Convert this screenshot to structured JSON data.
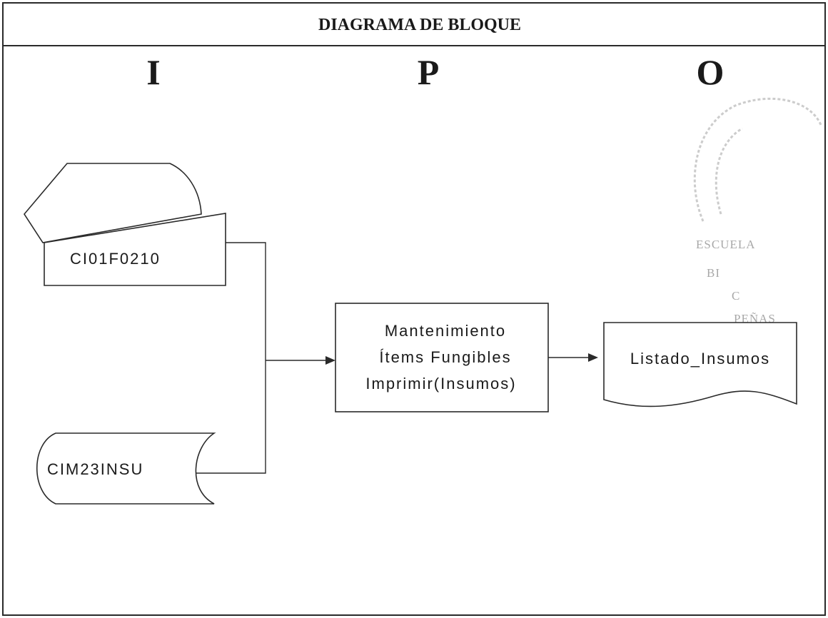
{
  "header": {
    "title": "DIAGRAMA DE BLOQUE"
  },
  "columns": {
    "input": "I",
    "process": "P",
    "output": "O"
  },
  "inputs": {
    "screen_form": "CI01F0210",
    "data_file": "CIM23INSU"
  },
  "process": {
    "line1": "Mantenimiento",
    "line2": "Ítems Fungibles",
    "line3": "Imprimir(Insumos)"
  },
  "output": {
    "document": "Listado_Insumos"
  },
  "stamp": {
    "line1": "ESCUELA",
    "line2": "BI",
    "line3": "C",
    "line4": "PEÑAS"
  }
}
